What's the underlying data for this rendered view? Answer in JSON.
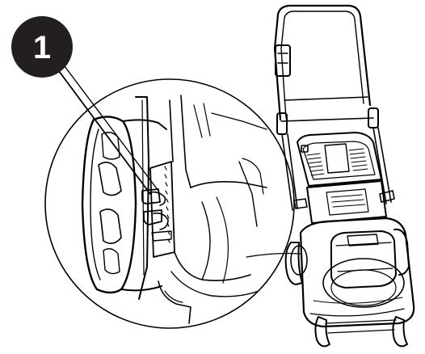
{
  "callout": {
    "number": "1"
  },
  "colors": {
    "ink": "#000000",
    "paper": "#ffffff",
    "badge_fill": "#231f1f"
  },
  "icons": [
    "lawn-mower-drawing",
    "wheel-detail-magnifier",
    "height-adjust-lever"
  ]
}
